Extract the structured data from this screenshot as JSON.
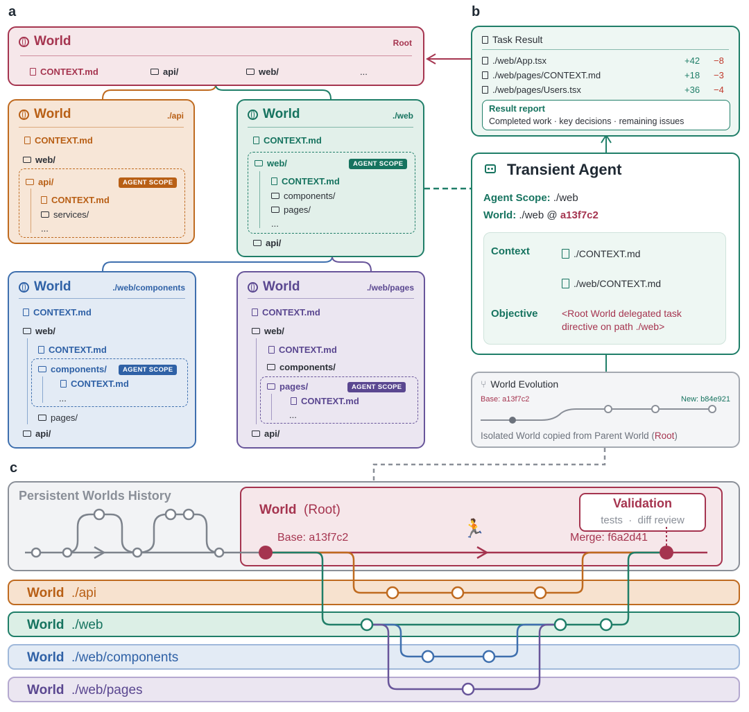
{
  "panels": {
    "a": "a",
    "b": "b",
    "c": "c"
  },
  "world_word": "World",
  "root": {
    "path": "Root",
    "files": [
      "CONTEXT.md",
      "api/",
      "web/",
      "..."
    ]
  },
  "api": {
    "path": "./api",
    "rows": [
      "CONTEXT.md",
      "web/",
      "api/",
      "CONTEXT.md",
      "services/",
      "..."
    ],
    "badge": "AGENT SCOPE"
  },
  "web": {
    "path": "./web",
    "rows": [
      "CONTEXT.md",
      "web/",
      "CONTEXT.md",
      "components/",
      "pages/",
      "...",
      "api/"
    ],
    "badge": "AGENT SCOPE"
  },
  "comp": {
    "path": "./web/components",
    "rows": [
      "CONTEXT.md",
      "web/",
      "CONTEXT.md",
      "components/",
      "CONTEXT.md",
      "...",
      "pages/",
      "api/"
    ],
    "badge": "AGENT SCOPE"
  },
  "pages": {
    "path": "./web/pages",
    "rows": [
      "CONTEXT.md",
      "web/",
      "CONTEXT.md",
      "components/",
      "pages/",
      "CONTEXT.md",
      "...",
      "api/"
    ],
    "badge": "AGENT SCOPE"
  },
  "task_result": {
    "title": "Task Result",
    "files": [
      {
        "name": "./web/App.tsx",
        "add": "+42",
        "del": "−8"
      },
      {
        "name": "./web/pages/CONTEXT.md",
        "add": "+18",
        "del": "−3"
      },
      {
        "name": "./web/pages/Users.tsx",
        "add": "+36",
        "del": "−4"
      }
    ],
    "report_title": "Result report",
    "report_text": "Completed work · key decisions · remaining issues"
  },
  "agent": {
    "title": "Transient Agent",
    "scope_label": "Agent Scope:",
    "scope_value": "./web",
    "world_label": "World:",
    "world_value": "./web @",
    "world_hash": "a13f7c2",
    "context_label": "Context",
    "context_files": [
      "./CONTEXT.md",
      "./web/CONTEXT.md"
    ],
    "objective_label": "Objective",
    "objective_text_1": "<Root World delegated task",
    "objective_text_2": "directive on path ./web>"
  },
  "evolution": {
    "title": "World Evolution",
    "base": "Base: a13f7c2",
    "new": "New: b84e921",
    "caption_pre": "Isolated World copied from Parent World (",
    "caption_root": "Root",
    "caption_post": ")"
  },
  "history": {
    "title": "Persistent Worlds History",
    "root_world": "World",
    "root_paren": "(Root)",
    "base": "Base: a13f7c2",
    "merge": "Merge: f6a2d41",
    "validation_title": "Validation",
    "validation_text": "tests  ·  diff review"
  },
  "lanes": [
    {
      "word": "World",
      "path": "./api"
    },
    {
      "word": "World",
      "path": "./web"
    },
    {
      "word": "World",
      "path": "./web/components"
    },
    {
      "word": "World",
      "path": "./web/pages"
    }
  ],
  "colors": {
    "root": "#a5344f",
    "api": "#bf6a1f",
    "web": "#1f7e68",
    "comp": "#3e6fae",
    "pages": "#68559a",
    "gray": "#7d838c"
  }
}
